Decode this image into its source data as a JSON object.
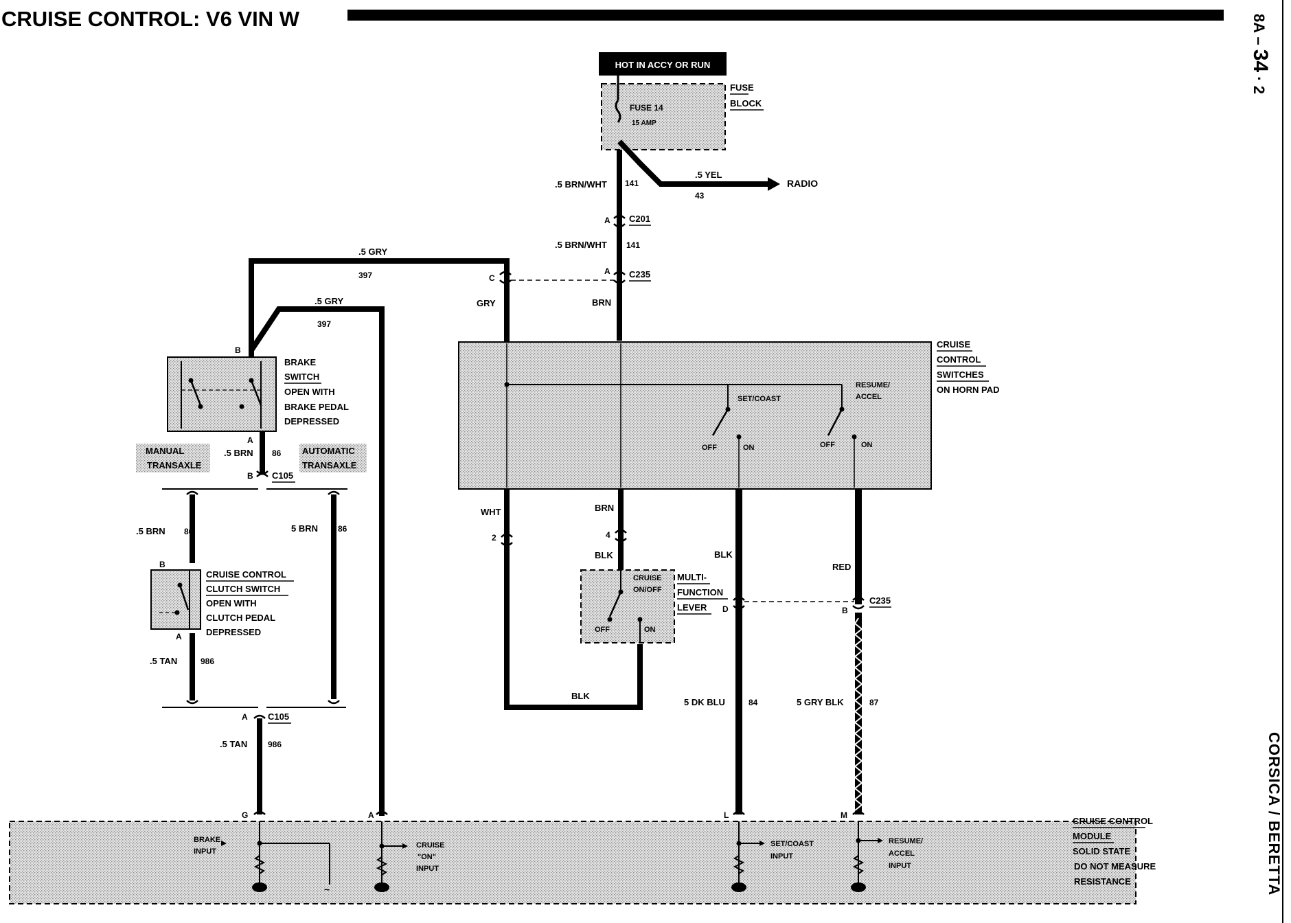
{
  "header": {
    "title": "CRUISE CONTROL: V6 VIN W"
  },
  "page_ref": {
    "section": "8A",
    "page": "34",
    "sub": "2"
  },
  "side_label": "CORSICA / BERETTA",
  "power": {
    "hot_label": "HOT IN ACCY OR RUN",
    "fuse": "FUSE 14",
    "fuse_amp": "15 AMP",
    "block_line1": "FUSE",
    "block_line2": "BLOCK",
    "radio": "RADIO",
    "radio_wire": ".5 YEL",
    "radio_circuit": "43"
  },
  "wires": {
    "brn_wht": ".5 BRN/WHT",
    "c141": "141",
    "gry": ".5 GRY",
    "c397": "397",
    "gry_plain": "GRY",
    "brn_plain": "BRN",
    "wht": "WHT",
    "blk": "BLK",
    "red": "RED",
    "brn_5": ".5 BRN",
    "brn_5b": "5 BRN",
    "c86": "86",
    "tan": ".5 TAN",
    "c986": "986",
    "dk_blu": "5 DK BLU",
    "c84": "84",
    "gry_blk": "5 GRY BLK",
    "c87": "87"
  },
  "connectors": {
    "c201": "C201",
    "c235": "C235",
    "c105": "C105",
    "pin_a": "A",
    "pin_b": "B",
    "pin_c": "C",
    "pin_d": "D",
    "pin_g": "G",
    "pin_l": "L",
    "pin_m": "M",
    "pin_2": "2",
    "pin_4": "4"
  },
  "brake_switch": {
    "l1": "BRAKE",
    "l2": "SWITCH",
    "l3": "OPEN WITH",
    "l4": "BRAKE PEDAL",
    "l5": "DEPRESSED"
  },
  "transaxle": {
    "manual_1": "MANUAL",
    "manual_2": "TRANSAXLE",
    "auto_1": "AUTOMATIC",
    "auto_2": "TRANSAXLE"
  },
  "clutch_switch": {
    "l1": "CRUISE CONTROL",
    "l2": "CLUTCH SWITCH",
    "l3": "OPEN WITH",
    "l4": "CLUTCH PEDAL",
    "l5": "DEPRESSED"
  },
  "horn_pad": {
    "l1": "CRUISE",
    "l2": "CONTROL",
    "l3": "SWITCHES",
    "l4": "ON HORN PAD",
    "set_coast": "SET/COAST",
    "resume_1": "RESUME/",
    "resume_2": "ACCEL",
    "off": "OFF",
    "on": "ON"
  },
  "multifunction": {
    "l1": "MULTI-",
    "l2": "FUNCTION",
    "l3": "LEVER",
    "cruise_1": "CRUISE",
    "cruise_2": "ON/OFF",
    "off": "OFF",
    "on": "ON"
  },
  "module": {
    "l1": "CRUISE CONTROL",
    "l2": "MODULE",
    "l3": "SOLID STATE",
    "l4": "DO NOT MEASURE",
    "l5": "RESISTANCE",
    "brake_1": "BRAKE",
    "brake_2": "INPUT",
    "cruise_1": "CRUISE",
    "cruise_2": "\"ON\"",
    "cruise_3": "INPUT",
    "set_1": "SET/COAST",
    "set_2": "INPUT",
    "res_1": "RESUME/",
    "res_2": "ACCEL",
    "res_3": "INPUT"
  }
}
